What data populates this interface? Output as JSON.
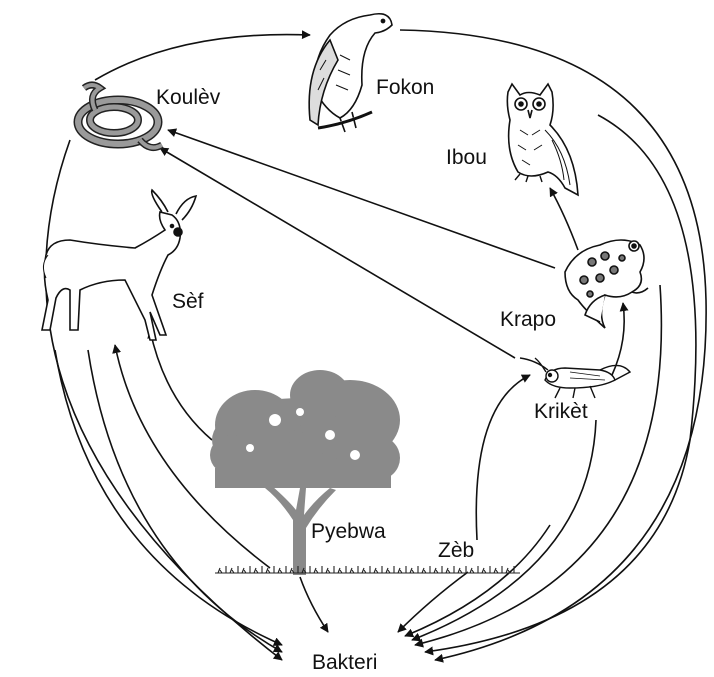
{
  "diagram": {
    "nodes": {
      "snake": "Koulèv",
      "hawk": "Fokon",
      "owl": "Ibou",
      "deer": "Sèf",
      "frog": "Krapo",
      "cricket": "Krikèt",
      "tree": "Pyebwa",
      "grass": "Zèb",
      "bacteria": "Bakteri"
    },
    "arrows": [
      {
        "from": "snake",
        "to": "hawk"
      },
      {
        "from": "frog",
        "to": "snake"
      },
      {
        "from": "cricket",
        "to": "snake"
      },
      {
        "from": "frog",
        "to": "owl"
      },
      {
        "from": "cricket",
        "to": "frog"
      },
      {
        "from": "grass",
        "to": "cricket"
      },
      {
        "from": "tree",
        "to": "deer"
      },
      {
        "from": "grass",
        "to": "deer"
      },
      {
        "from": "snake",
        "to": "bacteria"
      },
      {
        "from": "deer",
        "to": "bacteria"
      },
      {
        "from": "tree",
        "to": "bacteria"
      },
      {
        "from": "grass",
        "to": "bacteria"
      },
      {
        "from": "cricket",
        "to": "bacteria"
      },
      {
        "from": "frog",
        "to": "bacteria"
      },
      {
        "from": "owl",
        "to": "bacteria"
      },
      {
        "from": "hawk",
        "to": "bacteria"
      }
    ],
    "colors": {
      "line": "#111111",
      "tree": "#8a8a8a",
      "snake": "#9a9a9a",
      "frog_spots": "#777777"
    }
  }
}
